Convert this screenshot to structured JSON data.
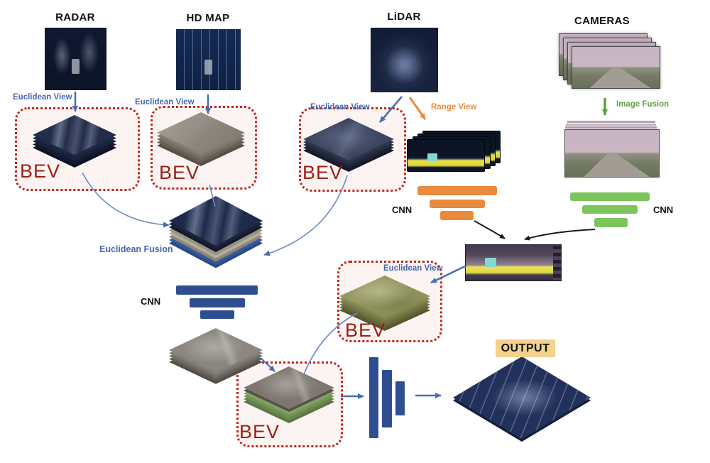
{
  "sensors": {
    "radar": "RADAR",
    "hdmap": "HD MAP",
    "lidar": "LiDAR",
    "cameras": "CAMERAS"
  },
  "labels": {
    "euclidean_view": "Euclidean View",
    "range_view": "Range View",
    "image_fusion": "Image Fusion",
    "euclidean_fusion": "Euclidean Fusion",
    "cnn": "CNN",
    "bev": "BEV",
    "output": "OUTPUT"
  },
  "colors": {
    "euclidean_blue": "#4568b2",
    "range_orange": "#ec8b3c",
    "image_fusion_green": "#61a242",
    "bev_text_red": "#9a1f15",
    "dotted_box_red": "#c0271a",
    "dotted_box_fill": "#fbf1ef",
    "cnn_bar_blue": "#2f4e92",
    "cnn_bar_orange": "#e98a3d",
    "cnn_bar_green": "#7cc45c",
    "output_badge_bg": "#f2d28c",
    "arrow_black": "#1a1a1a"
  }
}
